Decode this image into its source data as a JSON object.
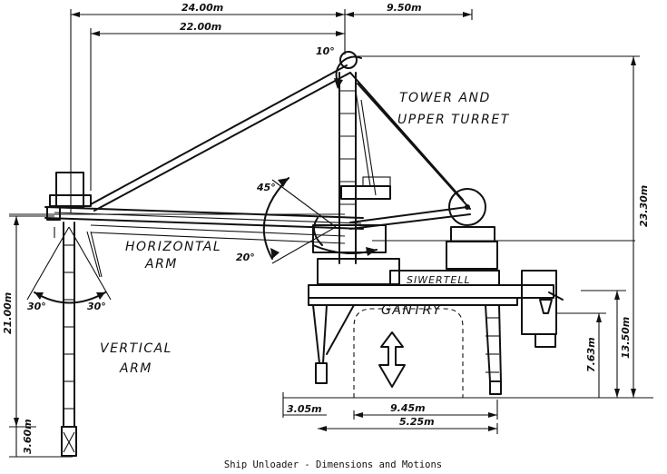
{
  "dimensions": {
    "d_24_00": "24.00m",
    "d_9_50": "9.50m",
    "d_22_00": "22.00m",
    "d_23_30": "23.30m",
    "d_21_00": "21.00m",
    "d_3_60": "3.60m",
    "d_13_50": "13.50m",
    "d_7_63": "7.63m",
    "d_3_05": "3.05m",
    "d_9_45": "9.45m",
    "d_5_25": "5.25m"
  },
  "angles": {
    "a_10": "10°",
    "a_45": "45°",
    "a_20": "20°",
    "a_30_left": "30°",
    "a_30_right": "30°"
  },
  "labels": {
    "tower_line1": "TOWER AND",
    "tower_line2": "UPPER TURRET",
    "horizontal_line1": "HORIZONTAL",
    "horizontal_line2": "ARM",
    "vertical_line1": "VERTICAL",
    "vertical_line2": "ARM",
    "gantry": "GANTRY",
    "brand": "SIWERTELL"
  },
  "caption": "Ship Unloader - Dimensions and Motions"
}
